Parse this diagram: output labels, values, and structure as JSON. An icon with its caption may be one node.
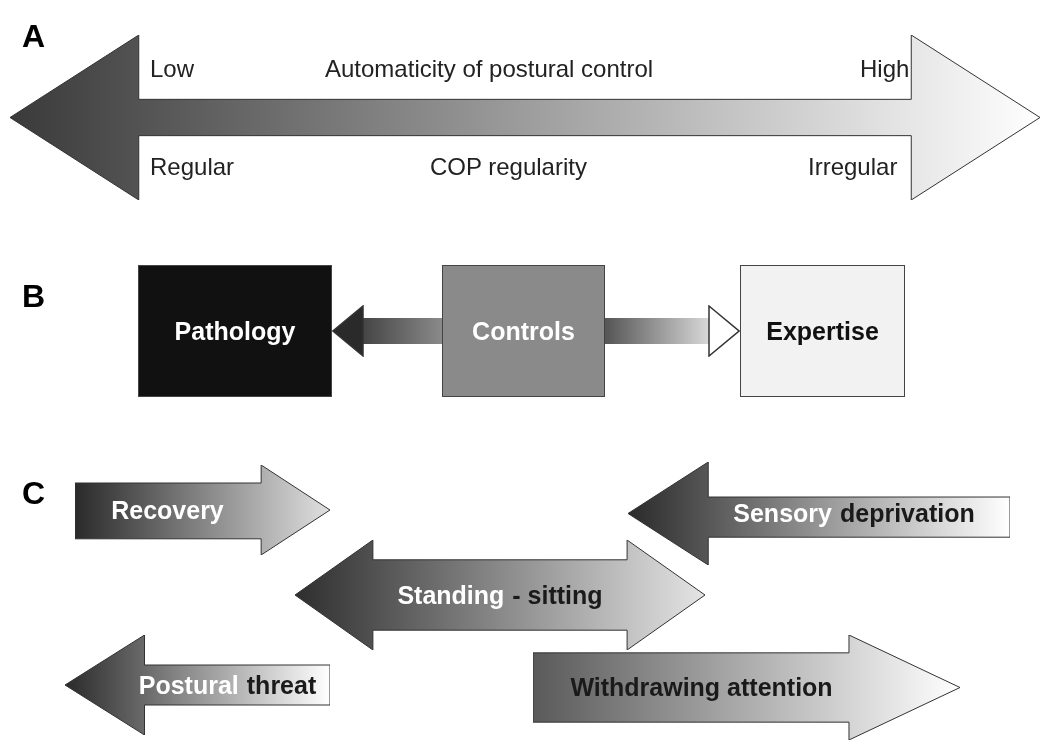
{
  "diagram": {
    "nodes": [
      {
        "text": [
          "Low",
          "Automaticity of postural control",
          "High",
          "Regular",
          "COP regularity",
          "Irregular"
        ]
      },
      {
        "text": [
          "Pathology"
        ]
      },
      {
        "text": [
          "Controls"
        ]
      },
      {
        "text": [
          "Expertise"
        ]
      },
      {
        "text": [
          "Recovery"
        ]
      },
      {
        "text": [
          "Sensory",
          "deprivation"
        ]
      },
      {
        "text": [
          "Standing",
          "- sitting"
        ]
      },
      {
        "text": [
          "Postural",
          "threat"
        ]
      },
      {
        "text": [
          "Withdrawing attention"
        ]
      }
    ],
    "edges": [
      {
        "from": 2,
        "to": 1,
        "arrow": "to"
      },
      {
        "from": 2,
        "to": 3,
        "arrow": "to"
      }
    ],
    "labels": [
      "A",
      "B",
      "C"
    ]
  }
}
